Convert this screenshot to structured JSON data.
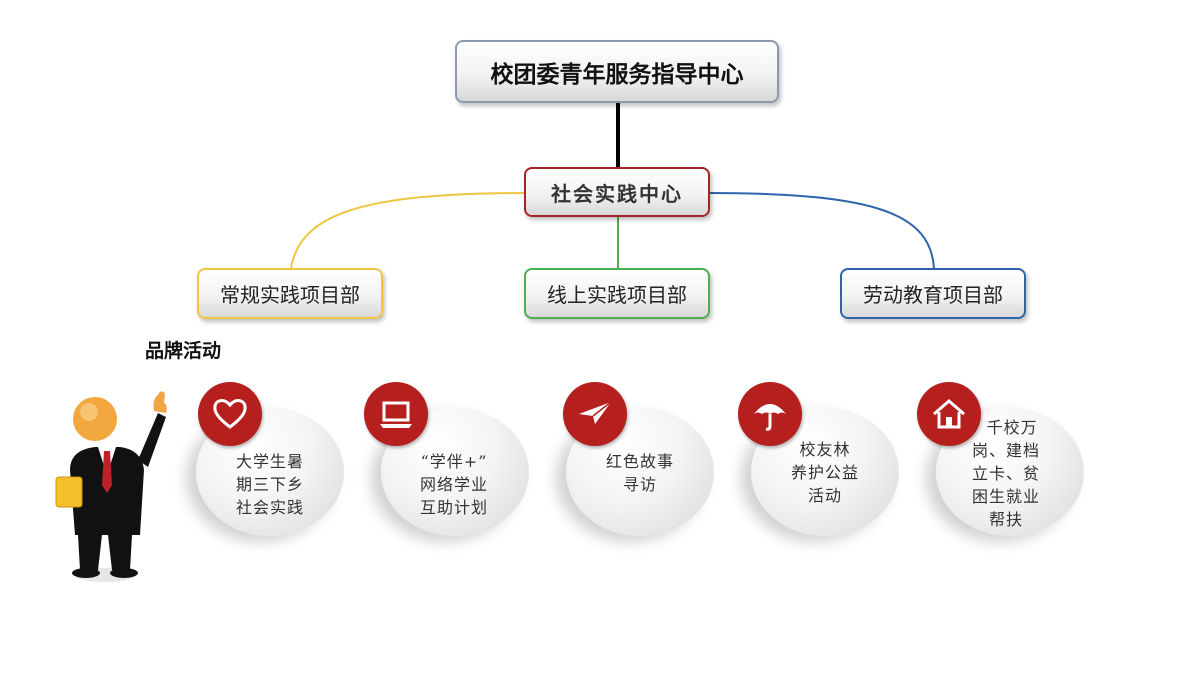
{
  "root": {
    "label": "校团委青年服务指导中心"
  },
  "center": {
    "label": "社会实践中心"
  },
  "departments": [
    {
      "label": "常规实践项目部",
      "color": "#efc544"
    },
    {
      "label": "线上实践项目部",
      "color": "#4caf50"
    },
    {
      "label": "劳动教育项目部",
      "color": "#2d64aa"
    }
  ],
  "brand": {
    "title": "品牌活动",
    "activities": [
      {
        "icon": "heart-icon",
        "text": "大学生暑\n期三下乡\n社会实践"
      },
      {
        "icon": "laptop-icon",
        "text": "“学伴+”\n网络学业\n互助计划"
      },
      {
        "icon": "paper-plane-icon",
        "text": "红色故事\n寻访"
      },
      {
        "icon": "umbrella-icon",
        "text": "校友林\n养护公益\n活动"
      },
      {
        "icon": "home-icon",
        "text": "  千校万\n岗、建档\n立卡、贫\n困生就业\n帮扶"
      }
    ]
  },
  "colors": {
    "accent_red": "#b5201f",
    "root_border": "#8a9bb0",
    "center_border": "#a82424"
  }
}
